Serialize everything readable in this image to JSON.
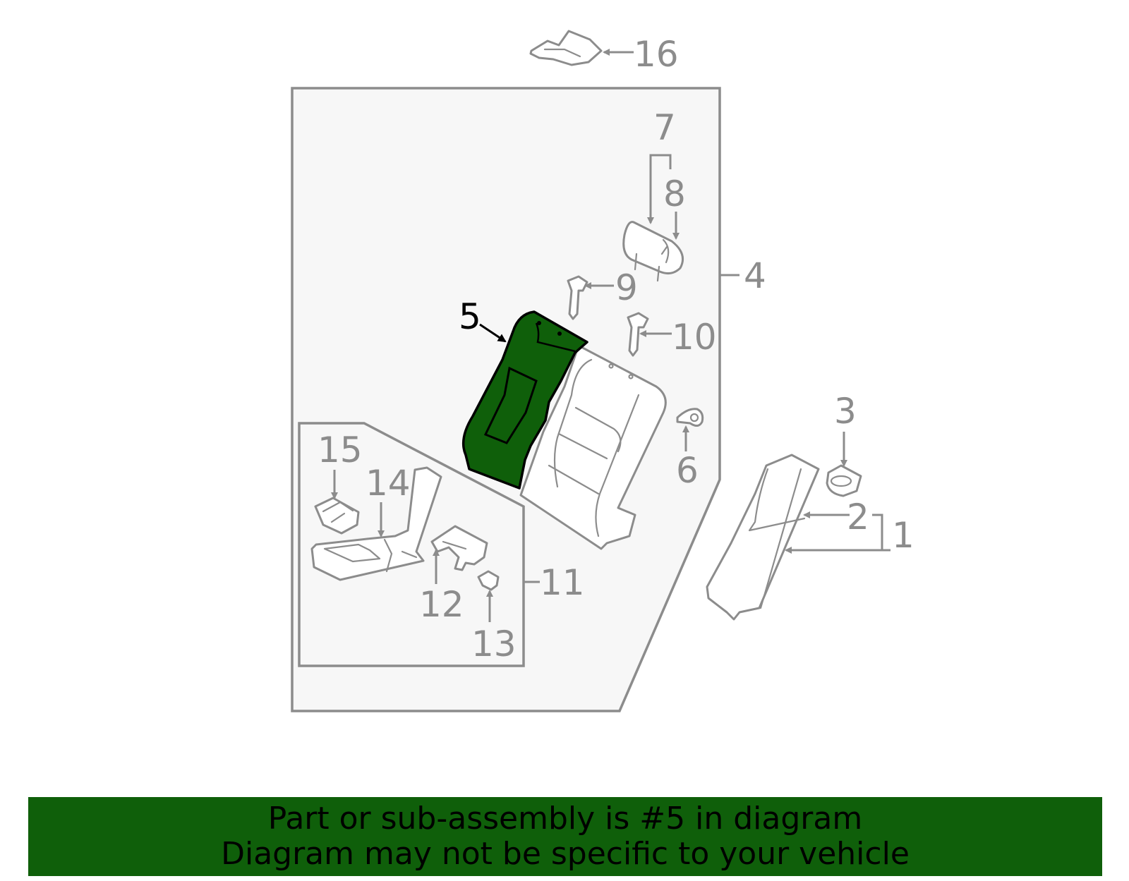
{
  "callouts": {
    "c1": "1",
    "c2": "2",
    "c3": "3",
    "c4": "4",
    "c5": "5",
    "c6": "6",
    "c7": "7",
    "c8": "8",
    "c9": "9",
    "c10": "10",
    "c11": "11",
    "c12": "12",
    "c13": "13",
    "c14": "14",
    "c15": "15",
    "c16": "16"
  },
  "highlight_part": "5",
  "colors": {
    "highlight_fill": "#0f5f0a",
    "line_gray": "#8c8c8c",
    "frame_fill": "#f7f7f7",
    "banner_bg": "#0f5f0a"
  },
  "banner": {
    "line1": "Part or sub-assembly is #5 in diagram",
    "line2": "Diagram may not be specific to your vehicle"
  }
}
